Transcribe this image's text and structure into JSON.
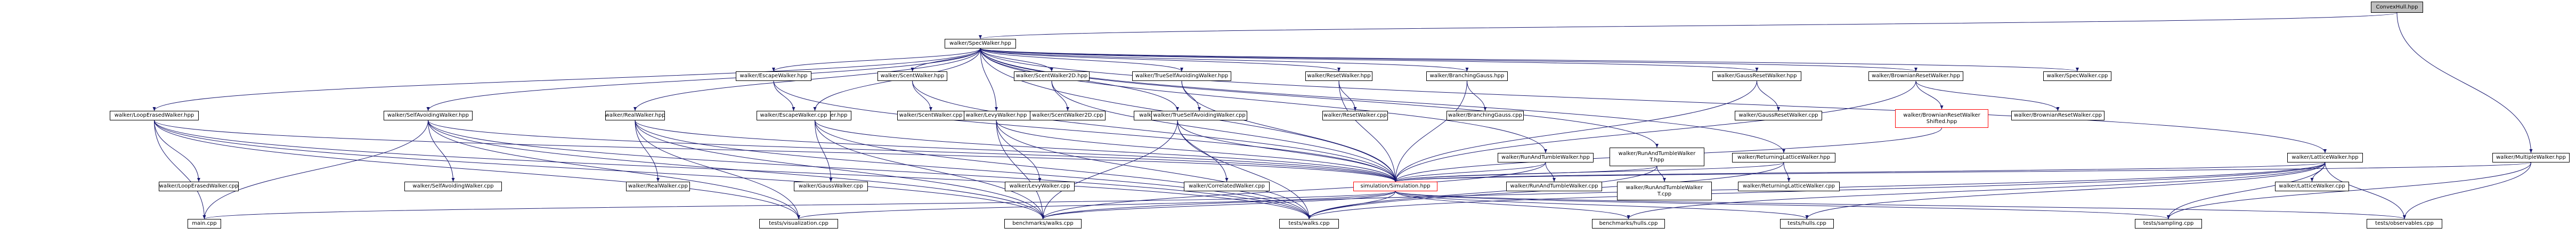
{
  "graph": {
    "title": "",
    "edge_color": "#191970",
    "default_border": "#000000",
    "root_fill": "#bfbfbf",
    "highlight_border": "#ff0000",
    "nodes": [
      {
        "id": "root",
        "label": "ConvexHull.hpp",
        "kind": "root"
      },
      {
        "id": "spec",
        "label": "walker/SpecWalker.hpp"
      },
      {
        "id": "escape",
        "label": "walker/EscapeWalker.hpp"
      },
      {
        "id": "scent",
        "label": "walker/ScentWalker.hpp"
      },
      {
        "id": "scent2d",
        "label": "walker/ScentWalker2D.hpp"
      },
      {
        "id": "truesaw",
        "label": "walker/TrueSelfAvoidingWalker.hpp"
      },
      {
        "id": "reset",
        "label": "walker/ResetWalker.hpp"
      },
      {
        "id": "branching",
        "label": "walker/BranchingGauss.hpp"
      },
      {
        "id": "gaussreset",
        "label": "walker/GaussResetWalker.hpp"
      },
      {
        "id": "brownreset",
        "label": "walker/BrownianResetWalker.hpp"
      },
      {
        "id": "speccpp",
        "label": "walker/SpecWalker.cpp"
      },
      {
        "id": "loop",
        "label": "walker/LoopErasedWalker.hpp"
      },
      {
        "id": "saw",
        "label": "walker/SelfAvoidingWalker.hpp"
      },
      {
        "id": "real",
        "label": "walker/RealWalker.hpp"
      },
      {
        "id": "gauss",
        "label": "walker/GaussWalker.hpp"
      },
      {
        "id": "levy",
        "label": "walker/LevyWalker.hpp"
      },
      {
        "id": "correlated",
        "label": "walker/CorrelatedWalker.hpp"
      },
      {
        "id": "escapecpp",
        "label": "walker/EscapeWalker.cpp"
      },
      {
        "id": "scentcpp",
        "label": "walker/ScentWalker.cpp"
      },
      {
        "id": "scent2dcpp",
        "label": "walker/ScentWalker2D.cpp"
      },
      {
        "id": "truesawcpp",
        "label": "walker/TrueSelfAvoidingWalker.cpp"
      },
      {
        "id": "resetcpp",
        "label": "walker/ResetWalker.cpp"
      },
      {
        "id": "branchingcpp",
        "label": "walker/BranchingGauss.cpp"
      },
      {
        "id": "runtumble",
        "label": "walker/RunAndTumbleWalker.hpp"
      },
      {
        "id": "runtumblet",
        "label": "walker/RunAndTumbleWalker T.hpp",
        "lines": [
          "walker/RunAndTumbleWalker",
          "T.hpp"
        ]
      },
      {
        "id": "retlattice",
        "label": "walker/ReturningLatticeWalker.hpp"
      },
      {
        "id": "gaussresetcpp",
        "label": "walker/GaussResetWalker.cpp"
      },
      {
        "id": "brownshifted",
        "label": "walker/BrownianResetWalker Shifted.hpp",
        "lines": [
          "walker/BrownianResetWalker",
          "Shifted.hpp"
        ],
        "kind": "red"
      },
      {
        "id": "brownresetcpp",
        "label": "walker/BrownianResetWalker.cpp"
      },
      {
        "id": "lattice",
        "label": "walker/LatticeWalker.hpp"
      },
      {
        "id": "multiple",
        "label": "walker/MultipleWalker.hpp"
      },
      {
        "id": "loopcpp",
        "label": "walker/LoopErasedWalker.cpp"
      },
      {
        "id": "sawcpp",
        "label": "walker/SelfAvoidingWalker.cpp"
      },
      {
        "id": "realcpp",
        "label": "walker/RealWalker.cpp"
      },
      {
        "id": "gausscpp",
        "label": "walker/GaussWalker.cpp"
      },
      {
        "id": "levycpp",
        "label": "walker/LevyWalker.cpp"
      },
      {
        "id": "correlatedcpp",
        "label": "walker/CorrelatedWalker.cpp"
      },
      {
        "id": "simulation",
        "label": "simulation/Simulation.hpp",
        "kind": "red"
      },
      {
        "id": "runtumblecpp",
        "label": "walker/RunAndTumbleWalker.cpp"
      },
      {
        "id": "runtumbletcpp",
        "label": "walker/RunAndTumbleWalker T.cpp",
        "lines": [
          "walker/RunAndTumbleWalker",
          "T.cpp"
        ]
      },
      {
        "id": "retlatticecpp",
        "label": "walker/ReturningLatticeWalker.cpp"
      },
      {
        "id": "latticecpp",
        "label": "walker/LatticeWalker.cpp"
      },
      {
        "id": "maincpp",
        "label": "main.cpp"
      },
      {
        "id": "testvis",
        "label": "tests/visualization.cpp"
      },
      {
        "id": "benchwalks",
        "label": "benchmarks/walks.cpp"
      },
      {
        "id": "testwalks",
        "label": "tests/walks.cpp"
      },
      {
        "id": "benchhulls",
        "label": "benchmarks/hulls.cpp"
      },
      {
        "id": "testhulls",
        "label": "tests/hulls.cpp"
      },
      {
        "id": "testsampling",
        "label": "tests/sampling.cpp"
      },
      {
        "id": "testobs",
        "label": "tests/observables.cpp"
      }
    ],
    "edges": [
      [
        "root",
        "spec"
      ],
      [
        "root",
        "multiple"
      ],
      [
        "spec",
        "escape"
      ],
      [
        "spec",
        "scent"
      ],
      [
        "spec",
        "scent2d"
      ],
      [
        "spec",
        "truesaw"
      ],
      [
        "spec",
        "reset"
      ],
      [
        "spec",
        "branching"
      ],
      [
        "spec",
        "gaussreset"
      ],
      [
        "spec",
        "brownreset"
      ],
      [
        "spec",
        "speccpp"
      ],
      [
        "spec",
        "loop"
      ],
      [
        "spec",
        "saw"
      ],
      [
        "spec",
        "real"
      ],
      [
        "spec",
        "gauss"
      ],
      [
        "spec",
        "levy"
      ],
      [
        "spec",
        "correlated"
      ],
      [
        "spec",
        "runtumble"
      ],
      [
        "spec",
        "runtumblet"
      ],
      [
        "spec",
        "retlattice"
      ],
      [
        "spec",
        "lattice"
      ],
      [
        "spec",
        "simulation"
      ],
      [
        "escape",
        "escapecpp"
      ],
      [
        "escape",
        "simulation"
      ],
      [
        "scent",
        "scentcpp"
      ],
      [
        "scent",
        "simulation"
      ],
      [
        "scent2d",
        "scent2dcpp"
      ],
      [
        "scent2d",
        "simulation"
      ],
      [
        "truesaw",
        "truesawcpp"
      ],
      [
        "truesaw",
        "simulation"
      ],
      [
        "reset",
        "resetcpp"
      ],
      [
        "reset",
        "simulation"
      ],
      [
        "branching",
        "branchingcpp"
      ],
      [
        "branching",
        "simulation"
      ],
      [
        "gaussreset",
        "gaussresetcpp"
      ],
      [
        "gaussreset",
        "simulation"
      ],
      [
        "brownreset",
        "brownshifted"
      ],
      [
        "brownreset",
        "brownresetcpp"
      ],
      [
        "brownreset",
        "simulation"
      ],
      [
        "brownshifted",
        "simulation"
      ],
      [
        "loop",
        "loopcpp"
      ],
      [
        "loop",
        "simulation"
      ],
      [
        "loop",
        "maincpp"
      ],
      [
        "loop",
        "testvis"
      ],
      [
        "loop",
        "benchwalks"
      ],
      [
        "loop",
        "testwalks"
      ],
      [
        "saw",
        "sawcpp"
      ],
      [
        "saw",
        "simulation"
      ],
      [
        "saw",
        "maincpp"
      ],
      [
        "saw",
        "testvis"
      ],
      [
        "saw",
        "benchwalks"
      ],
      [
        "saw",
        "testwalks"
      ],
      [
        "real",
        "realcpp"
      ],
      [
        "real",
        "simulation"
      ],
      [
        "real",
        "benchwalks"
      ],
      [
        "real",
        "testwalks"
      ],
      [
        "real",
        "testvis"
      ],
      [
        "gauss",
        "gausscpp"
      ],
      [
        "gauss",
        "simulation"
      ],
      [
        "gauss",
        "benchwalks"
      ],
      [
        "gauss",
        "testwalks"
      ],
      [
        "levy",
        "levycpp"
      ],
      [
        "levy",
        "simulation"
      ],
      [
        "levy",
        "benchwalks"
      ],
      [
        "levy",
        "testwalks"
      ],
      [
        "correlated",
        "correlatedcpp"
      ],
      [
        "correlated",
        "simulation"
      ],
      [
        "correlated",
        "benchwalks"
      ],
      [
        "correlated",
        "testwalks"
      ],
      [
        "runtumble",
        "runtumblecpp"
      ],
      [
        "runtumble",
        "simulation"
      ],
      [
        "runtumble",
        "benchwalks"
      ],
      [
        "runtumblet",
        "runtumbletcpp"
      ],
      [
        "runtumblet",
        "simulation"
      ],
      [
        "runtumblet",
        "testwalks"
      ],
      [
        "retlattice",
        "retlatticecpp"
      ],
      [
        "retlattice",
        "simulation"
      ],
      [
        "retlattice",
        "testwalks"
      ],
      [
        "lattice",
        "latticecpp"
      ],
      [
        "lattice",
        "simulation"
      ],
      [
        "lattice",
        "benchwalks"
      ],
      [
        "lattice",
        "testwalks"
      ],
      [
        "lattice",
        "benchhulls"
      ],
      [
        "lattice",
        "testhulls"
      ],
      [
        "lattice",
        "testsampling"
      ],
      [
        "lattice",
        "testobs"
      ],
      [
        "multiple",
        "simulation"
      ],
      [
        "multiple",
        "testsampling"
      ],
      [
        "multiple",
        "testobs"
      ],
      [
        "simulation",
        "maincpp"
      ],
      [
        "simulation",
        "testvis"
      ],
      [
        "simulation",
        "benchwalks"
      ],
      [
        "simulation",
        "testwalks"
      ],
      [
        "simulation",
        "benchhulls"
      ],
      [
        "simulation",
        "testhulls"
      ],
      [
        "simulation",
        "testsampling"
      ],
      [
        "simulation",
        "testobs"
      ]
    ]
  }
}
